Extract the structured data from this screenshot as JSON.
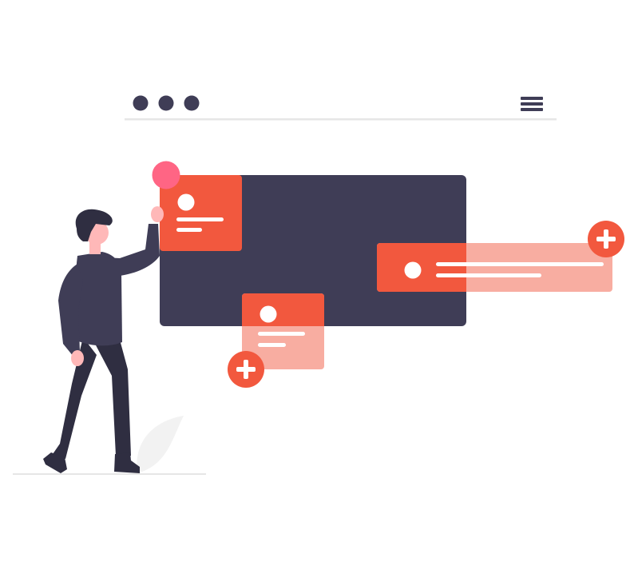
{
  "colors": {
    "dark": "#3f3d56",
    "pants": "#2f2e41",
    "accent": "#f2583e",
    "accent_light": "#f8ada1",
    "pink": "#ff6584",
    "skin": "#ffb8b8",
    "line": "#e6e6e6",
    "white": "#ffffff"
  },
  "icons": {
    "window_dots": [
      "dot-icon",
      "dot-icon",
      "dot-icon"
    ],
    "menu": "hamburger-menu-icon",
    "add": "plus-icon"
  },
  "cards": [
    {
      "name": "card-top-left",
      "state": "placed"
    },
    {
      "name": "card-wide-right",
      "state": "being-added"
    },
    {
      "name": "card-bottom-center",
      "state": "being-added"
    }
  ]
}
